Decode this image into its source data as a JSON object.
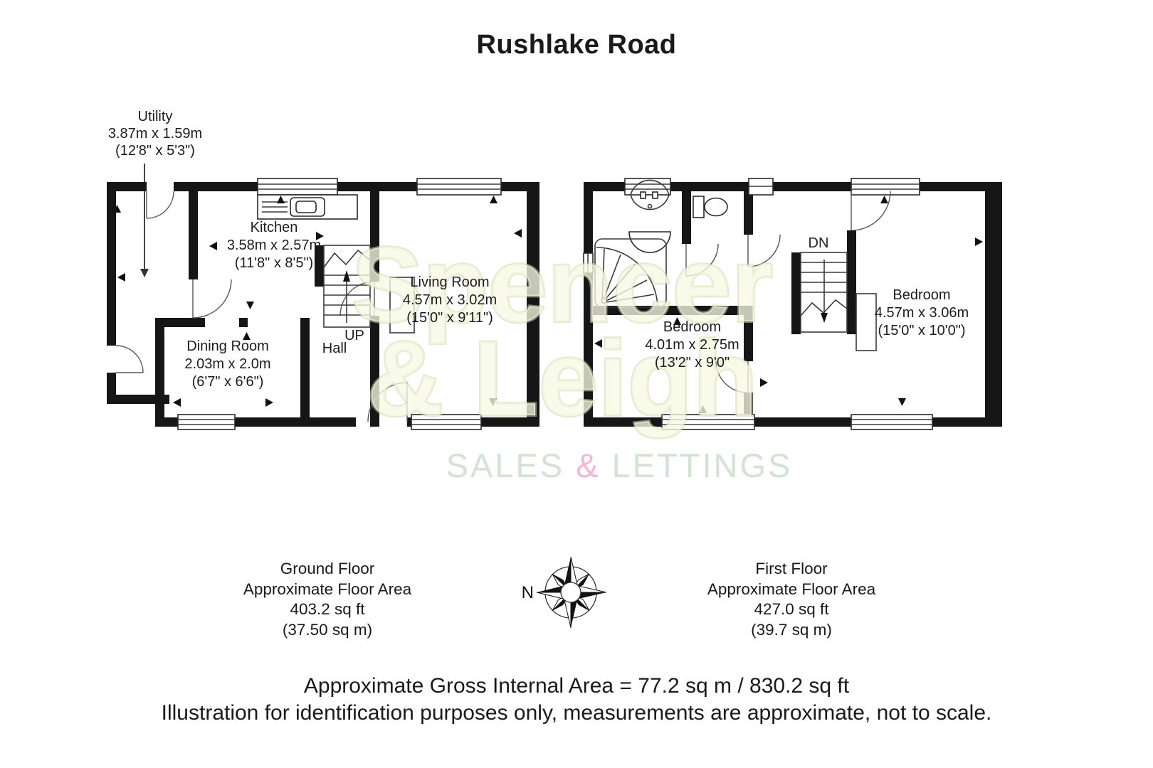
{
  "title": "Rushlake Road",
  "watermark": {
    "line1": "Spencer",
    "line2": "& Leigh",
    "sales": "SALES ",
    "amp": "&",
    "lettings": " LETTINGS",
    "brand_fill": "#f7f8e4",
    "brand_outline": "#c9dcab",
    "tagline_color": "#cde0cd",
    "amp_color": "#f3aed3"
  },
  "compass": {
    "north_label": "N"
  },
  "ground_floor": {
    "stairs_label": "UP",
    "rooms": {
      "utility": {
        "name": "Utility",
        "metric": "3.87m x 1.59m",
        "imperial": "(12'8\" x 5'3\")"
      },
      "kitchen": {
        "name": "Kitchen",
        "metric": "3.58m x 2.57m",
        "imperial": "(11'8\" x 8'5\")"
      },
      "living_room": {
        "name": "Living Room",
        "metric": "4.57m x 3.02m",
        "imperial": "(15'0\" x 9'11\")"
      },
      "dining_room": {
        "name": "Dining Room",
        "metric": "2.03m x 2.0m",
        "imperial": "(6'7\" x 6'6\")"
      },
      "hall": {
        "name": "Hall"
      }
    },
    "summary": {
      "line1": "Ground Floor",
      "line2": "Approximate Floor Area",
      "line3": "403.2 sq ft",
      "line4": "(37.50 sq m)"
    }
  },
  "first_floor": {
    "stairs_label": "DN",
    "rooms": {
      "bedroom_left": {
        "name": "Bedroom",
        "metric": "4.01m x 2.75m",
        "imperial": "(13'2\" x 9'0\""
      },
      "bedroom_right": {
        "name": "Bedroom",
        "metric": "4.57m x 3.06m",
        "imperial": "(15'0\" x 10'0\")"
      }
    },
    "summary": {
      "line1": "First Floor",
      "line2": "Approximate Floor Area",
      "line3": "427.0 sq ft",
      "line4": "(39.7 sq m)"
    }
  },
  "footer": {
    "line1": "Approximate Gross Internal Area = 77.2 sq m / 830.2 sq ft",
    "line2": "Illustration for identification purposes only, measurements are approximate, not to scale."
  }
}
